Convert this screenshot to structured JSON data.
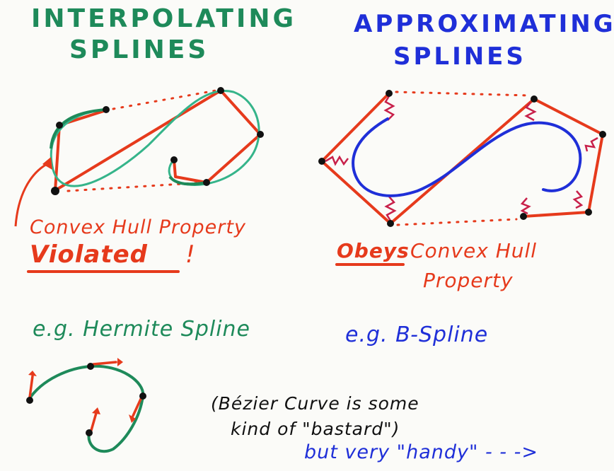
{
  "left_title": [
    "INTERPOLATING",
    "SPLINES"
  ],
  "right_title": [
    "APPROXIMATING",
    "SPLINES"
  ],
  "left_caption": [
    "Convex Hull Property",
    "Violated",
    "!"
  ],
  "right_caption": [
    "Obeys",
    "Convex Hull",
    "Property"
  ],
  "left_example": "e.g. Hermite Spline",
  "right_example": "e.g. B-Spline",
  "bezier_note": [
    "(Bézier Curve is some",
    "kind of \"bastard\")"
  ],
  "handy_note": "but very \"handy\" - - ->",
  "colors": {
    "red": "#e63a1c",
    "green": "#1e8a5a",
    "blue": "#1f2fd8",
    "black": "#111111"
  }
}
